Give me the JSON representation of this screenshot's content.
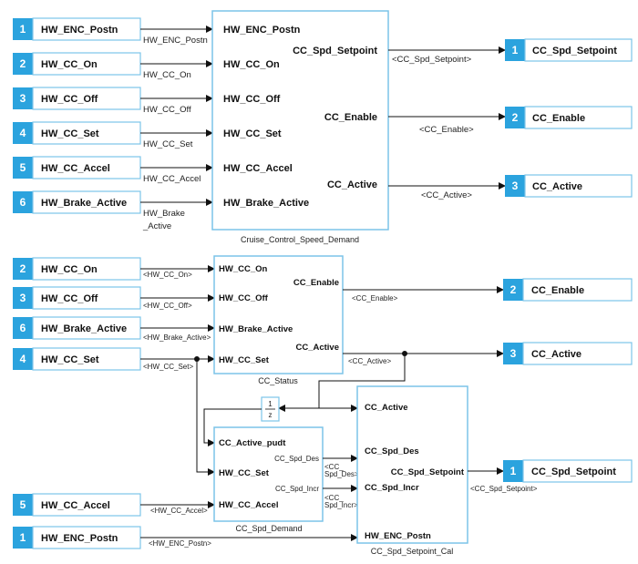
{
  "colors": {
    "port_fill": "#2ba3de",
    "block_border": "#7cc4e8",
    "wire": "#111111"
  },
  "top": {
    "inports": [
      {
        "num": "1",
        "name": "HW_ENC_Postn"
      },
      {
        "num": "2",
        "name": "HW_CC_On"
      },
      {
        "num": "3",
        "name": "HW_CC_Off"
      },
      {
        "num": "4",
        "name": "HW_CC_Set"
      },
      {
        "num": "5",
        "name": "HW_CC_Accel"
      },
      {
        "num": "6",
        "name": "HW_Brake_Active"
      }
    ],
    "in_signals": [
      "HW_ENC_Postn",
      "HW_CC_On",
      "HW_CC_Off",
      "HW_CC_Set",
      "HW_CC_Accel",
      "HW_Brake",
      "_Active"
    ],
    "block": {
      "name": "Cruise_Control_Speed_Demand",
      "inputs": [
        "HW_ENC_Postn",
        "HW_CC_On",
        "HW_CC_Off",
        "HW_CC_Set",
        "HW_CC_Accel",
        "HW_Brake_Active"
      ],
      "outputs": [
        "CC_Spd_Setpoint",
        "CC_Enable",
        "CC_Active"
      ]
    },
    "out_signals": [
      "<CC_Spd_Setpoint>",
      "<CC_Enable>",
      "<CC_Active>"
    ],
    "outports": [
      {
        "num": "1",
        "name": "CC_Spd_Setpoint"
      },
      {
        "num": "2",
        "name": "CC_Enable"
      },
      {
        "num": "3",
        "name": "CC_Active"
      }
    ]
  },
  "bottom": {
    "inports": [
      {
        "num": "2",
        "name": "HW_CC_On"
      },
      {
        "num": "3",
        "name": "HW_CC_Off"
      },
      {
        "num": "6",
        "name": "HW_Brake_Active"
      },
      {
        "num": "4",
        "name": "HW_CC_Set"
      },
      {
        "num": "5",
        "name": "HW_CC_Accel"
      },
      {
        "num": "1",
        "name": "HW_ENC_Postn"
      }
    ],
    "in_signals": [
      "<HW_CC_On>",
      "<HW_CC_Off>",
      "<HW_Brake_Active>",
      "<HW_CC_Set>",
      "<HW_CC_Accel>",
      "<HW_ENC_Postn>"
    ],
    "status_block": {
      "name": "CC_Status",
      "inputs": [
        "HW_CC_On",
        "HW_CC_Off",
        "HW_Brake_Active",
        "HW_CC_Set"
      ],
      "outputs": [
        "CC_Enable",
        "CC_Active"
      ]
    },
    "delay": {
      "num": "1",
      "den": "z"
    },
    "demand_block": {
      "name": "CC_Spd_Demand",
      "inputs": [
        "CC_Active_pudt",
        "HW_CC_Set",
        "HW_CC_Accel"
      ],
      "outputs": [
        "CC_Spd_Des",
        "CC_Spd_Incr"
      ]
    },
    "demand_out_signals": [
      "<CC_",
      "Spd_Des>",
      "<CC_",
      "Spd_Incr>"
    ],
    "calc_block": {
      "name": "CC_Spd_Setpoint_Cal",
      "inputs": [
        "CC_Active",
        "CC_Spd_Des",
        "CC_Spd_Incr",
        "HW_ENC_Postn"
      ],
      "outputs": [
        "CC_Spd_Setpoint"
      ]
    },
    "out_signals": [
      "<CC_Enable>",
      "<CC_Active>",
      "<CC_Spd_Setpoint>"
    ],
    "outports": [
      {
        "num": "2",
        "name": "CC_Enable"
      },
      {
        "num": "3",
        "name": "CC_Active"
      },
      {
        "num": "1",
        "name": "CC_Spd_Setpoint"
      }
    ]
  }
}
